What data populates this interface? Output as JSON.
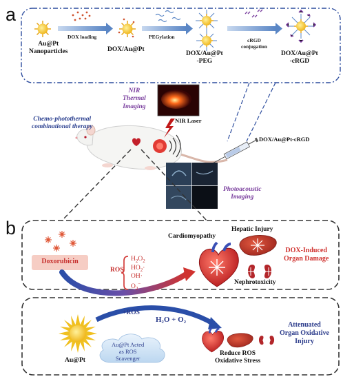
{
  "panel_a": {
    "letter": "a",
    "np_label": "Au@Pt\nNanoparticles",
    "dox_loading": "DOX loading",
    "dox_au_pt": "DOX/Au@Pt",
    "pegylation": "PEGylation",
    "dox_au_pt_peg": "DOX/Au@Pt\n-PEG",
    "crgd_conjugation": "cRGD\nconjugation",
    "dox_au_pt_crgd": "DOX/Au@Pt\n-cRGD",
    "nir_thermal": "NIR\nThermal\nImaging",
    "chemo_therapy": "Chemo-photothermal\ncombinational therapy",
    "nir_laser": "NIR Laser",
    "injection_label": "DOX/Au@Pt-cRGD",
    "photoacoustic": "Photoacoustic\nImaging"
  },
  "panel_b": {
    "letter": "b",
    "doxorubicin": "Doxorubicin",
    "ros": "ROS",
    "cardiomyopathy": "Cardiomyopathy",
    "hepatic_injury": "Hepatic Injury",
    "nephrotoxicity": "Nephrotoxicity",
    "dox_damage": "DOX-Induced\nOrgan Damage",
    "plus_ros": "+ROS",
    "water_oxygen": "H₂O + O₂",
    "scavenger": "Au@Pt Acted\nas ROS\nScavenger",
    "au_pt": "Au@Pt",
    "reduce_ros": "Reduce ROS\nOxidative Stress",
    "attenuated": "Attenuated\nOrgan Oxidative\nInjury"
  },
  "colors": {
    "gold": "#f2c230",
    "dox_red": "#d0322f",
    "dark_blue": "#2a3a8a",
    "purple": "#7a3f9e",
    "dashed_border": "#333333",
    "panel_a_border": "#2d4d9e"
  }
}
